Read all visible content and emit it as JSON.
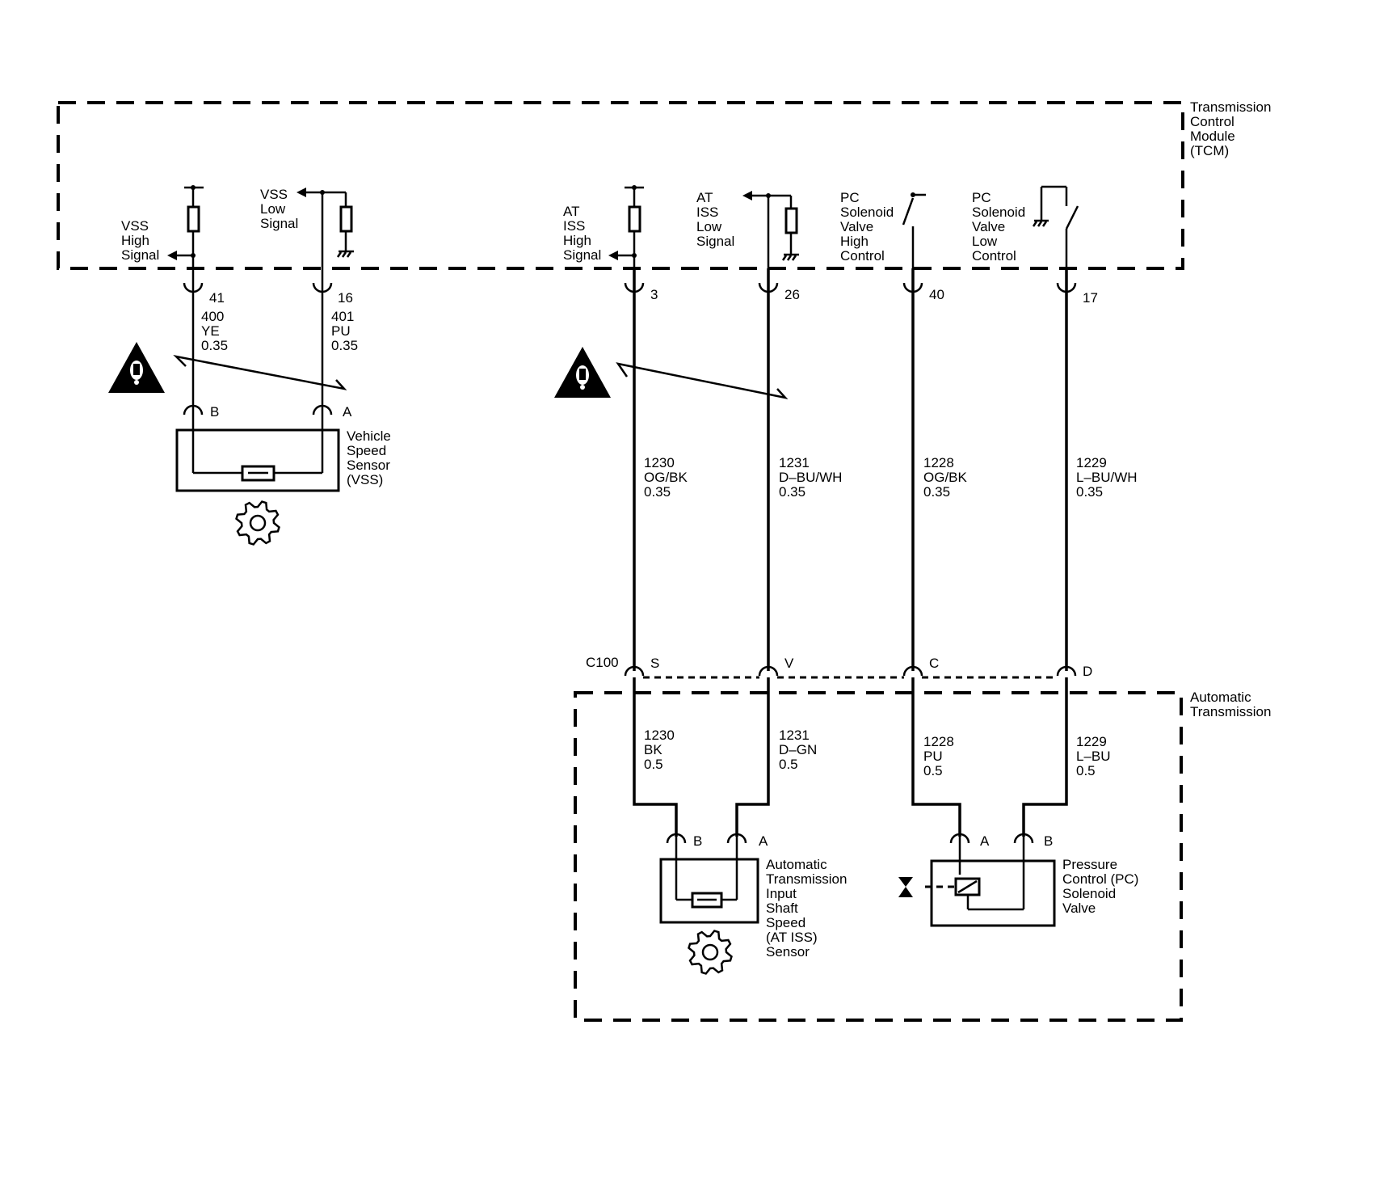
{
  "modules": {
    "tcm": {
      "name": "Transmission Control Module (TCM)",
      "lines": [
        "Transmission",
        "Control",
        "Module",
        "(TCM)"
      ]
    },
    "trans": {
      "name": "Automatic Transmission",
      "lines": [
        "Automatic",
        "Transmission"
      ]
    }
  },
  "signals": {
    "vss_high": [
      "VSS",
      "High",
      "Signal"
    ],
    "vss_low": [
      "VSS",
      "Low",
      "Signal"
    ],
    "at_iss_high": [
      "AT",
      "ISS",
      "High",
      "Signal"
    ],
    "at_iss_low": [
      "AT",
      "ISS",
      "Low",
      "Signal"
    ],
    "pc_high": [
      "PC",
      "Solenoid",
      "Valve",
      "High",
      "Control"
    ],
    "pc_low": [
      "PC",
      "Solenoid",
      "Valve",
      "Low",
      "Control"
    ]
  },
  "pins": {
    "p41": "41",
    "p16": "16",
    "p3": "3",
    "p26": "26",
    "p40": "40",
    "p17": "17"
  },
  "wires": {
    "w400": {
      "circuit": "400",
      "color": "YE",
      "gauge": "0.35"
    },
    "w401": {
      "circuit": "401",
      "color": "PU",
      "gauge": "0.35"
    },
    "w1230a": {
      "circuit": "1230",
      "color": "OG/BK",
      "gauge": "0.35"
    },
    "w1231a": {
      "circuit": "1231",
      "color": "D–BU/WH",
      "gauge": "0.35"
    },
    "w1228a": {
      "circuit": "1228",
      "color": "OG/BK",
      "gauge": "0.35"
    },
    "w1229a": {
      "circuit": "1229",
      "color": "L–BU/WH",
      "gauge": "0.35"
    },
    "w1230b": {
      "circuit": "1230",
      "color": "BK",
      "gauge": "0.5"
    },
    "w1231b": {
      "circuit": "1231",
      "color": "D–GN",
      "gauge": "0.5"
    },
    "w1228b": {
      "circuit": "1228",
      "color": "PU",
      "gauge": "0.5"
    },
    "w1229b": {
      "circuit": "1229",
      "color": "L–BU",
      "gauge": "0.5"
    }
  },
  "connector": {
    "name": "C100",
    "pins": [
      "S",
      "V",
      "C",
      "D"
    ]
  },
  "components": {
    "vss": {
      "lines": [
        "Vehicle",
        "Speed",
        "Sensor",
        "(VSS)"
      ],
      "pin_b": "B",
      "pin_a": "A"
    },
    "iss": {
      "lines": [
        "Automatic",
        "Transmission",
        "Input",
        "Shaft",
        "Speed",
        "(AT ISS)",
        "Sensor"
      ],
      "pin_b": "B",
      "pin_a": "A"
    },
    "pcs": {
      "lines": [
        "Pressure",
        "Control (PC)",
        "Solenoid",
        "Valve"
      ],
      "pin_a": "A",
      "pin_b": "B"
    }
  },
  "icons": [
    "warning-icon",
    "gear-icon",
    "resistor-icon",
    "ground-icon",
    "arrow-icon",
    "solenoid-icon"
  ]
}
